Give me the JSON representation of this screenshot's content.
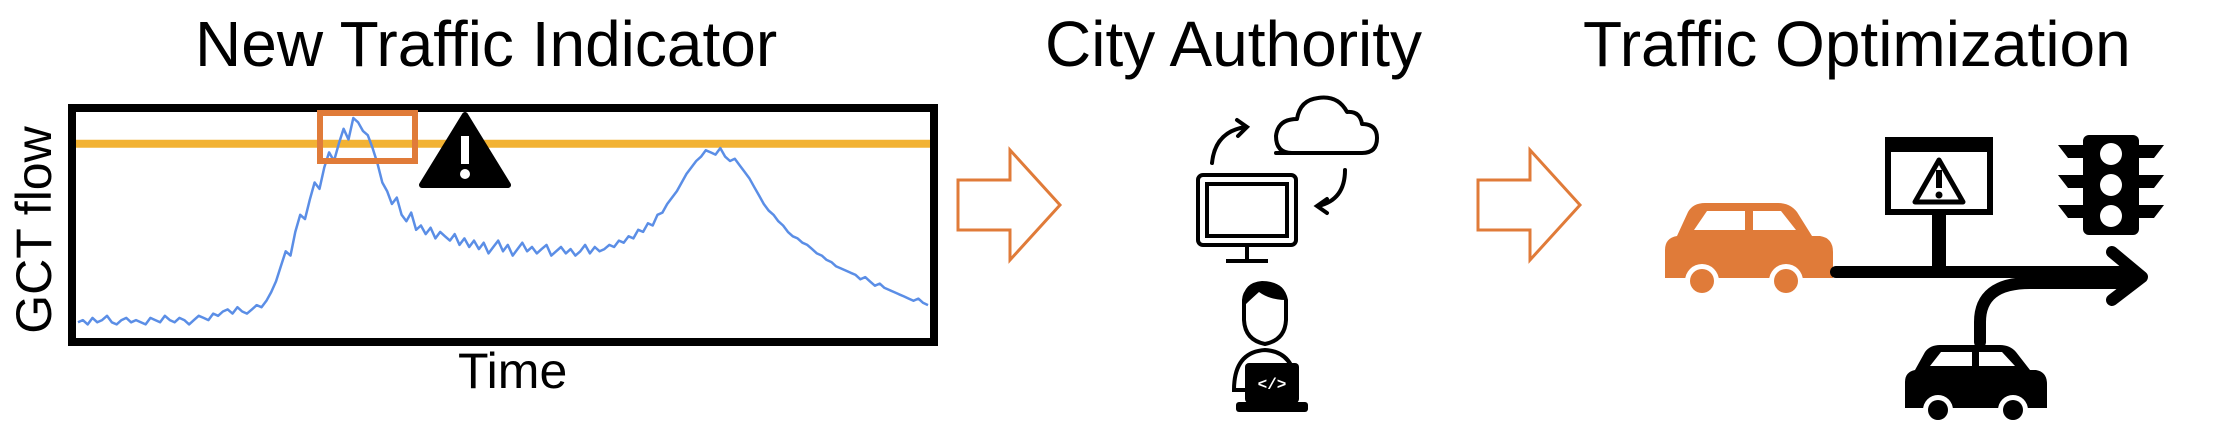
{
  "panels": {
    "indicator_title": "New Traffic Indicator",
    "authority_title": "City Authority",
    "optimization_title": "Traffic Optimization"
  },
  "chart_data": {
    "type": "line",
    "xlabel": "Time",
    "ylabel": "GCT flow",
    "series": [
      {
        "values": [
          5,
          6,
          4,
          7,
          5,
          6,
          8,
          5,
          4,
          6,
          7,
          5,
          6,
          5,
          4,
          7,
          6,
          5,
          8,
          6,
          5,
          7,
          6,
          4,
          6,
          8,
          7,
          6,
          9,
          8,
          10,
          11,
          9,
          12,
          10,
          9,
          11,
          13,
          12,
          15,
          19,
          24,
          31,
          38,
          36,
          47,
          55,
          53,
          62,
          70,
          67,
          77,
          84,
          80,
          88,
          95,
          90,
          100,
          98,
          94,
          92,
          86,
          79,
          70,
          66,
          60,
          63,
          55,
          52,
          56,
          48,
          50,
          46,
          49,
          44,
          47,
          45,
          43,
          46,
          41,
          44,
          40,
          43,
          39,
          42,
          37,
          40,
          43,
          38,
          41,
          36,
          39,
          42,
          38,
          40,
          37,
          39,
          41,
          36,
          38,
          40,
          37,
          39,
          36,
          38,
          41,
          37,
          40,
          38,
          39,
          41,
          40,
          43,
          42,
          45,
          44,
          48,
          47,
          51,
          50,
          55,
          56,
          60,
          63,
          66,
          70,
          74,
          77,
          80,
          82,
          85,
          84,
          83,
          86,
          82,
          80,
          81,
          78,
          75,
          72,
          68,
          64,
          60,
          57,
          55,
          52,
          50,
          47,
          45,
          44,
          42,
          41,
          39,
          37,
          36,
          34,
          33,
          31,
          30,
          29,
          28,
          27,
          25,
          26,
          24,
          22,
          23,
          21,
          20,
          19,
          18,
          17,
          16,
          15,
          16,
          14,
          13
        ],
        "color": "#5b8ee6"
      }
    ],
    "threshold": {
      "value": 88,
      "color": "#f2b233"
    },
    "highlight_color": "#e07b39"
  },
  "icons": {
    "warning": "warning-icon",
    "cloud": "cloud-icon",
    "monitor": "monitor-icon",
    "person": "developer-icon",
    "sign": "warning-sign-icon",
    "light": "traffic-light-icon",
    "car_orange": "car-icon",
    "car_black": "car-icon"
  },
  "colors": {
    "arrow": "#e07b39",
    "car": "#e07b39",
    "line": "#5b8ee6",
    "threshold": "#f2b233"
  }
}
